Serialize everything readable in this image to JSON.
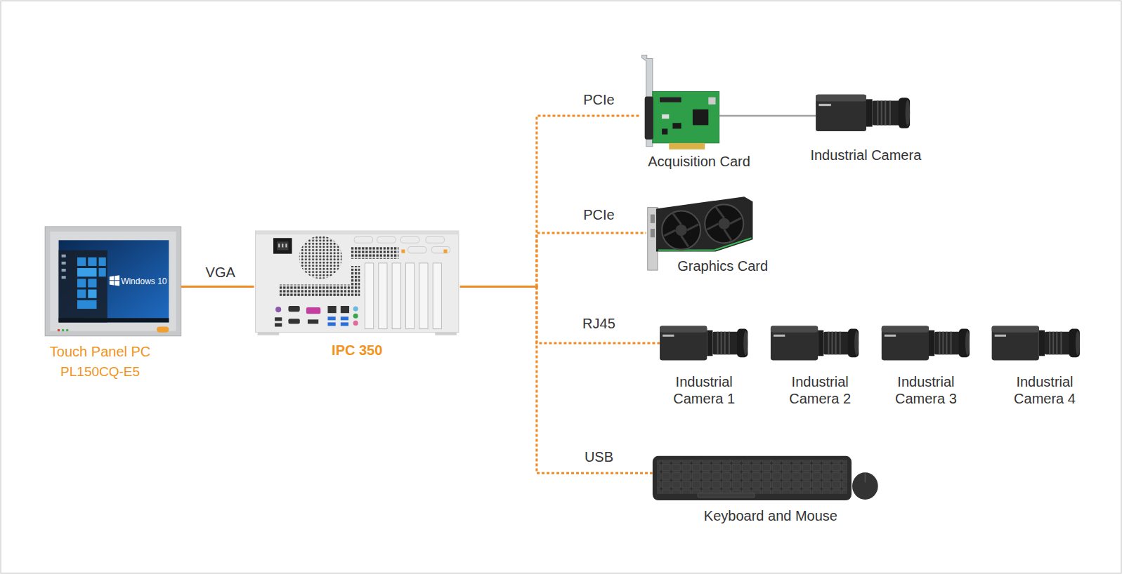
{
  "diagram": {
    "nodes": [
      {
        "text": [
          "Touch Panel PC",
          "PL150CQ-E5"
        ]
      },
      {
        "text": [
          "IPC 350"
        ]
      },
      {
        "text": [
          "Acquisition Card"
        ]
      },
      {
        "text": [
          "Industrial Camera"
        ]
      },
      {
        "text": [
          "Graphics Card"
        ]
      },
      {
        "text": [
          "Industrial Camera 1"
        ]
      },
      {
        "text": [
          "Industrial Camera 2"
        ]
      },
      {
        "text": [
          "Industrial Camera 3"
        ]
      },
      {
        "text": [
          "Industrial Camera 4"
        ]
      },
      {
        "text": [
          "Keyboard and Mouse"
        ]
      }
    ],
    "edges": [
      {
        "from": 0,
        "to": 1,
        "label": "VGA",
        "arrow": "none"
      },
      {
        "from": 1,
        "to": 2,
        "label": "PCIe",
        "arrow": "none"
      },
      {
        "from": 2,
        "to": 3,
        "arrow": "none"
      },
      {
        "from": 1,
        "to": 4,
        "label": "PCIe",
        "arrow": "none"
      },
      {
        "from": 1,
        "to": 5,
        "label": "RJ45",
        "arrow": "none"
      },
      {
        "from": 1,
        "to": 9,
        "label": "USB",
        "arrow": "none"
      }
    ],
    "labels": [
      "Windows 10"
    ]
  }
}
